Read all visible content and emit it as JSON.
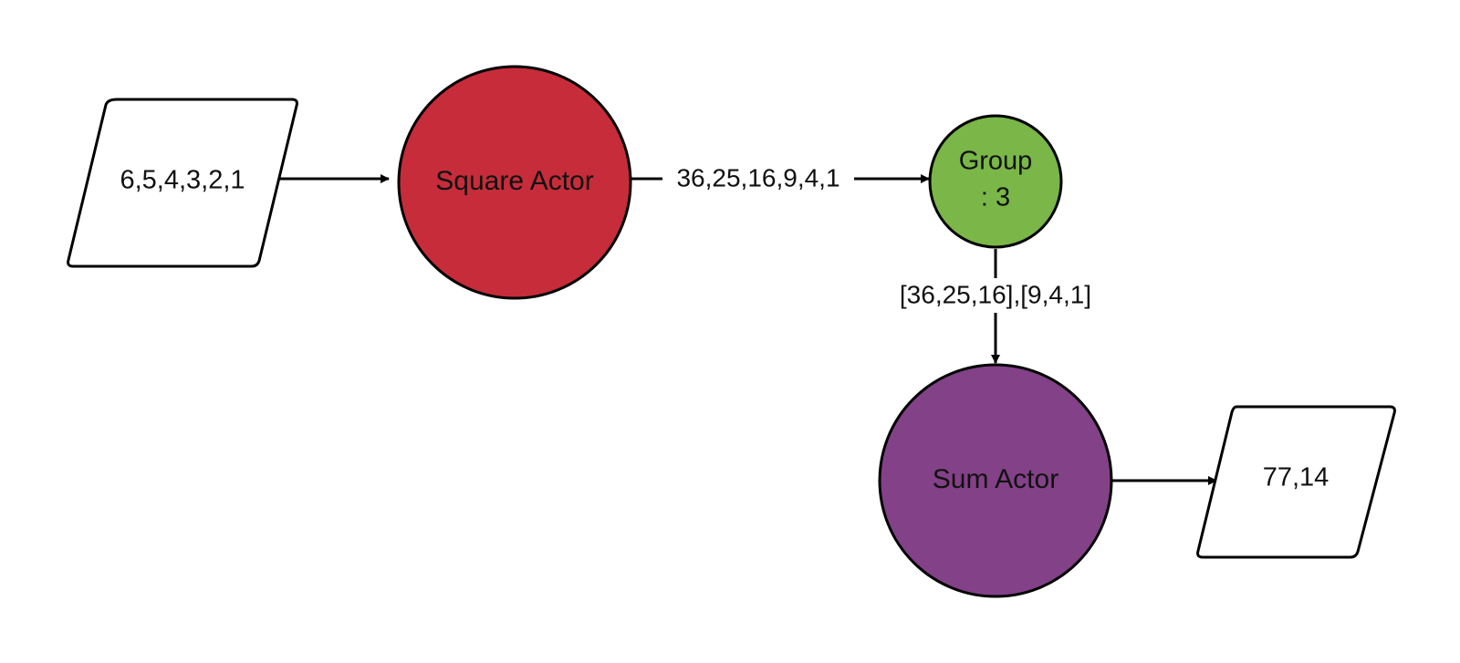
{
  "nodes": {
    "input": {
      "label": "6,5,4,3,2,1"
    },
    "square_actor": {
      "label": "Square Actor",
      "fill": "#c62c3a"
    },
    "group": {
      "label_line1": "Group",
      "label_line2": ": 3",
      "fill": "#7ab648"
    },
    "sum_actor": {
      "label": "Sum Actor",
      "fill": "#834187"
    },
    "output": {
      "label": "77,14"
    }
  },
  "edges": {
    "square_to_group": {
      "label": "36,25,16,9,4,1"
    },
    "group_to_sum": {
      "label": "[36,25,16],[9,4,1]"
    }
  },
  "colors": {
    "stroke": "#000000",
    "text": "#111111",
    "background": "#ffffff"
  }
}
